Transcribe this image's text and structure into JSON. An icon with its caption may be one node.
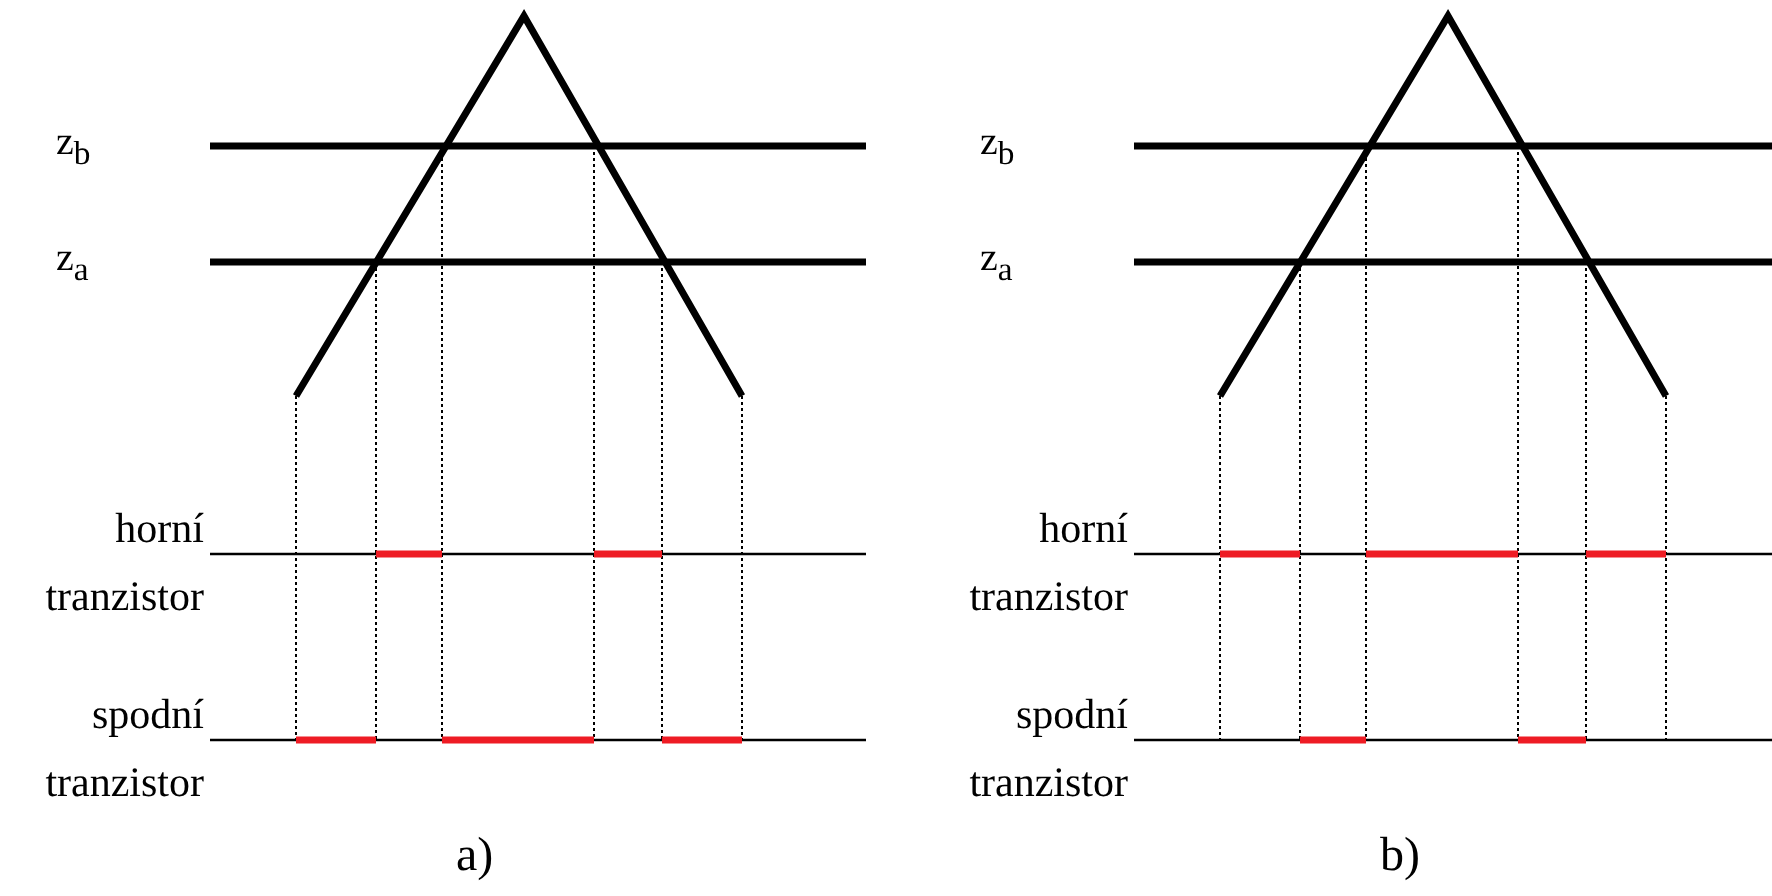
{
  "diagram": {
    "labels": [
      "z$_{b}$",
      "z$_{a}$",
      "horní tranzistor",
      "spodní tranzistor",
      "a)",
      "z$_{b}$",
      "z$_{a}$",
      "horní tranzistor",
      "spodní tranzistor",
      "b)"
    ]
  }
}
